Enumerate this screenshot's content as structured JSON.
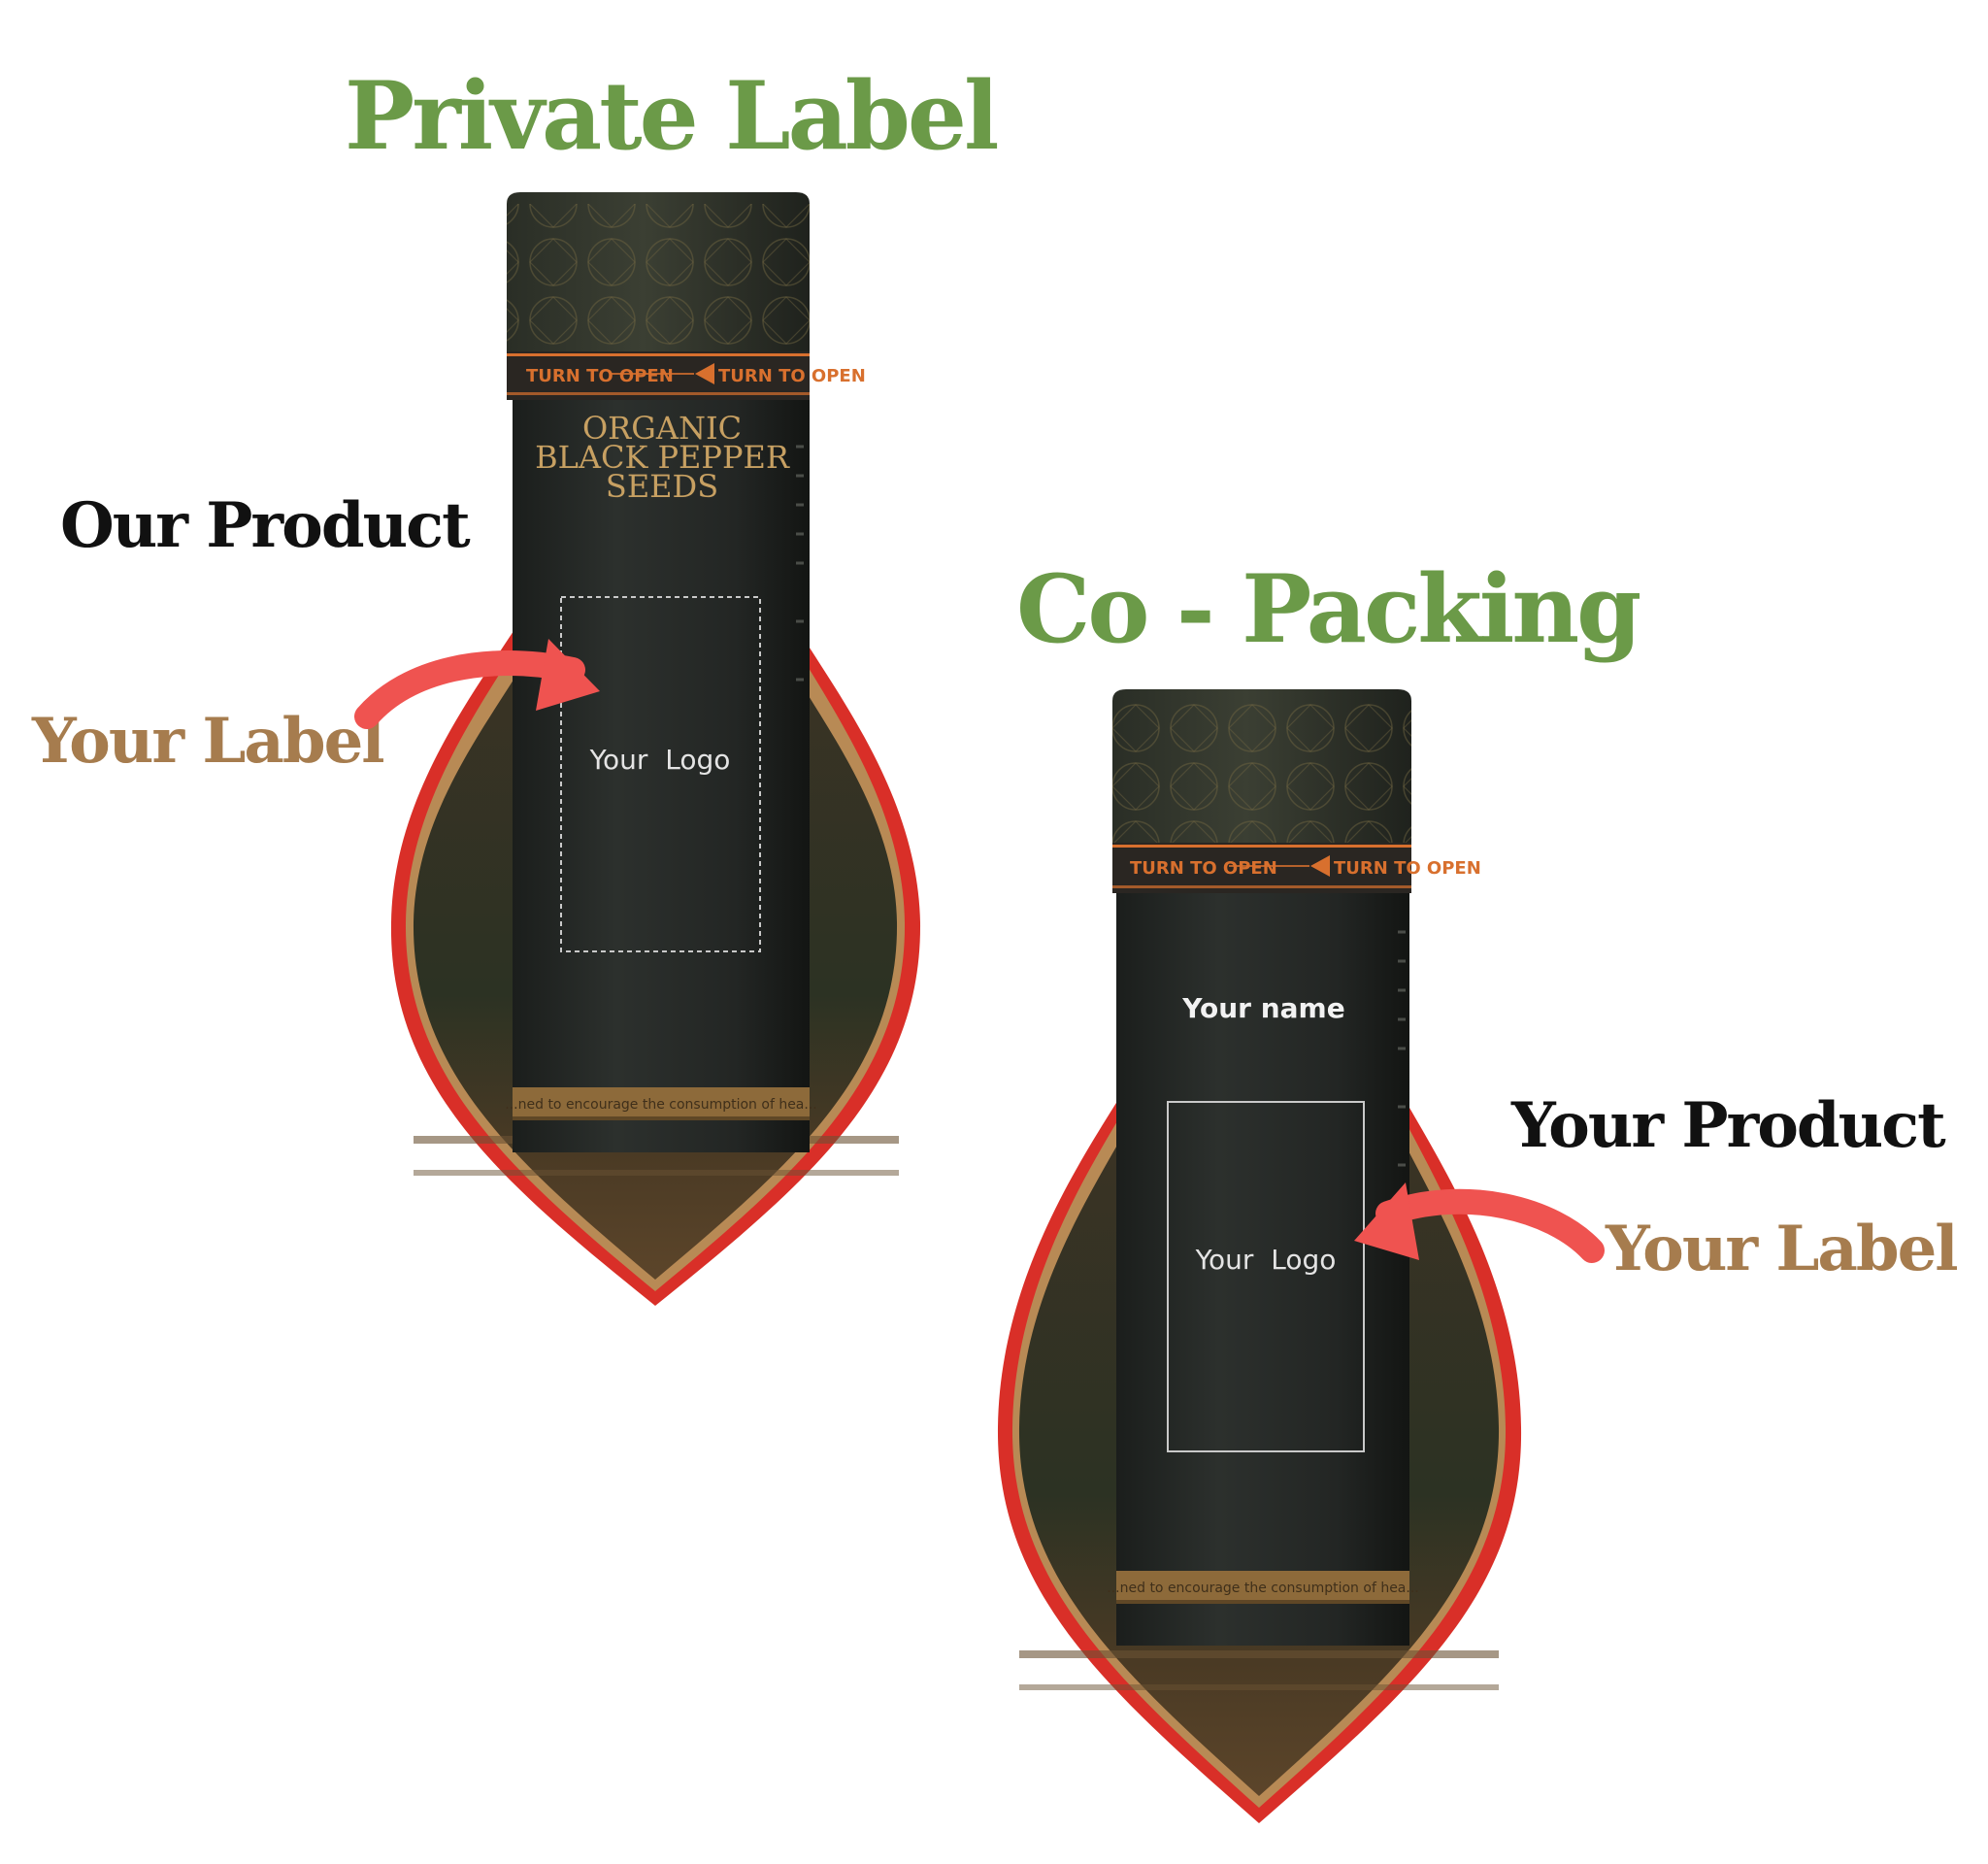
{
  "colors": {
    "heading_green": "#6b9a48",
    "label_tan": "#a67c4e",
    "product_black": "#111111",
    "arrow_red": "#ef5350",
    "can_body": "#232624",
    "can_band": "#d8702e",
    "can_gold": "#c7a062",
    "backdrop_red": "#d92f28"
  },
  "private_label": {
    "title": "Private Label",
    "product_caption": "Our Product",
    "label_caption": "Your Label",
    "can": {
      "band_text_1": "TURN TO OPEN",
      "band_text_2": "TURN TO OPEN",
      "product_line_1": "ORGANIC",
      "product_line_2": "BLACK PEPPER",
      "product_line_3": "SEEDS",
      "logo_placeholder": "Your  Logo",
      "bottom_strip_text": "...ned to encourage the consumption of hea..."
    }
  },
  "co_packing": {
    "title": "Co - Packing",
    "product_caption": "Your Product",
    "label_caption": "Your Label",
    "can": {
      "band_text_1": "TURN TO OPEN",
      "band_text_2": "TURN TO OPEN",
      "name_placeholder": "Your name",
      "logo_placeholder": "Your  Logo",
      "bottom_strip_text": "...ned to encourage the consumption of hea..."
    }
  }
}
